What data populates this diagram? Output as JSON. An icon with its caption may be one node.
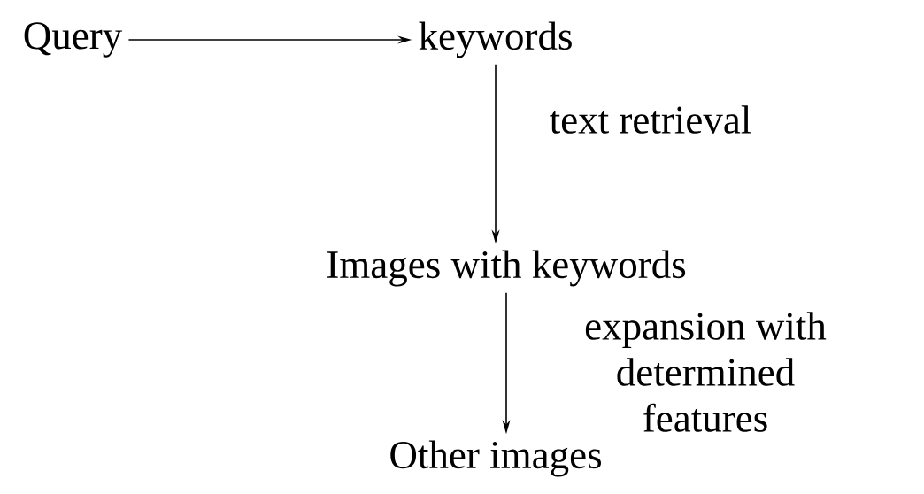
{
  "diagram": {
    "nodes": [
      {
        "text": [
          "Query"
        ]
      },
      {
        "text": [
          "keywords"
        ]
      },
      {
        "text": [
          "Images with keywords"
        ]
      },
      {
        "text": [
          "Other images"
        ]
      }
    ],
    "edges": [
      {
        "from": 0,
        "to": 1,
        "arrow": "to"
      },
      {
        "from": 1,
        "to": 2,
        "arrow": "to",
        "label": "text retrieval"
      },
      {
        "from": 2,
        "to": 3,
        "arrow": "to",
        "label": "expansion with determined features"
      }
    ]
  }
}
